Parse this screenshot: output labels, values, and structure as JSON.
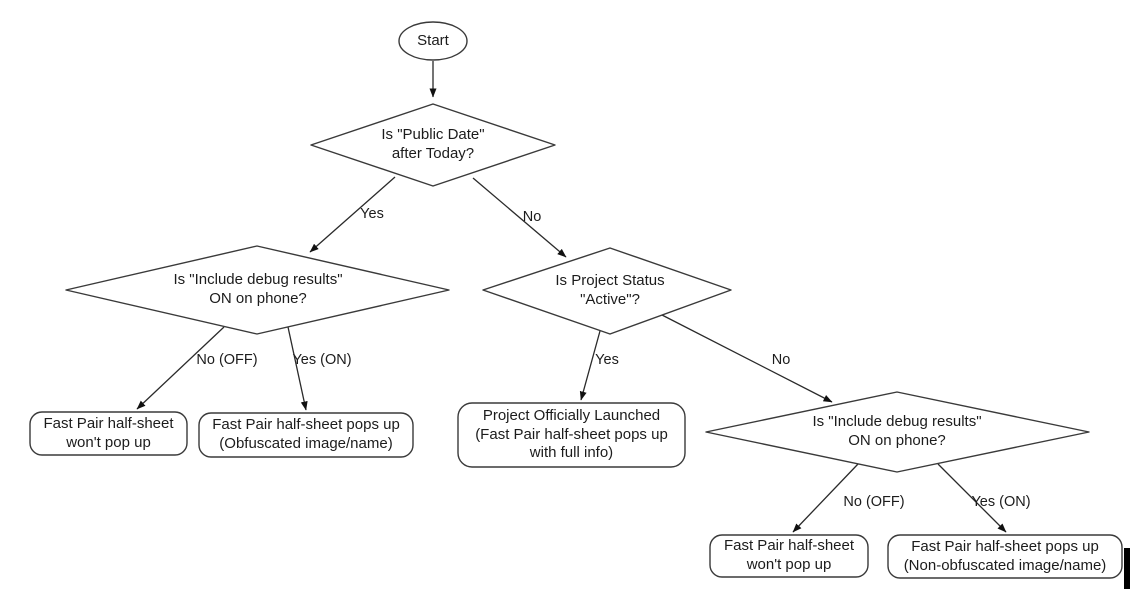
{
  "diagram": {
    "type": "flowchart",
    "colors": {
      "background": "#ffffff",
      "shape_stroke": "#3a3a3a",
      "arrow": "#222222",
      "text": "#1c1c1c"
    },
    "nodes": {
      "start": {
        "label": "Start",
        "shape": "terminator"
      },
      "q_public_date": {
        "label": "Is \"Public Date\"\nafter Today?",
        "shape": "decision"
      },
      "q_debug_left": {
        "label": "Is \"Include debug results\"\nON on phone?",
        "shape": "decision"
      },
      "q_project_status": {
        "label": "Is Project Status\n\"Active\"?",
        "shape": "decision"
      },
      "q_debug_right": {
        "label": "Is \"Include debug results\"\nON on phone?",
        "shape": "decision"
      },
      "out_no_popup_left": {
        "label": "Fast Pair half-sheet\nwon't pop up",
        "shape": "rounded-box"
      },
      "out_obfuscated": {
        "label": "Fast Pair half-sheet pops up\n(Obfuscated image/name)",
        "shape": "rounded-box"
      },
      "out_launched": {
        "label": "Project Officially Launched\n(Fast Pair half-sheet pops up\nwith full info)",
        "shape": "rounded-box"
      },
      "out_no_popup_right": {
        "label": "Fast Pair half-sheet\nwon't pop up",
        "shape": "rounded-box"
      },
      "out_non_obfuscated": {
        "label": "Fast Pair half-sheet pops up\n(Non-obfuscated image/name)",
        "shape": "rounded-box"
      }
    },
    "edge_labels": {
      "public_date_yes": "Yes",
      "public_date_no": "No",
      "debug_left_no": "No (OFF)",
      "debug_left_yes": "Yes (ON)",
      "status_yes": "Yes",
      "status_no": "No",
      "debug_right_no": "No (OFF)",
      "debug_right_yes": "Yes (ON)"
    }
  }
}
